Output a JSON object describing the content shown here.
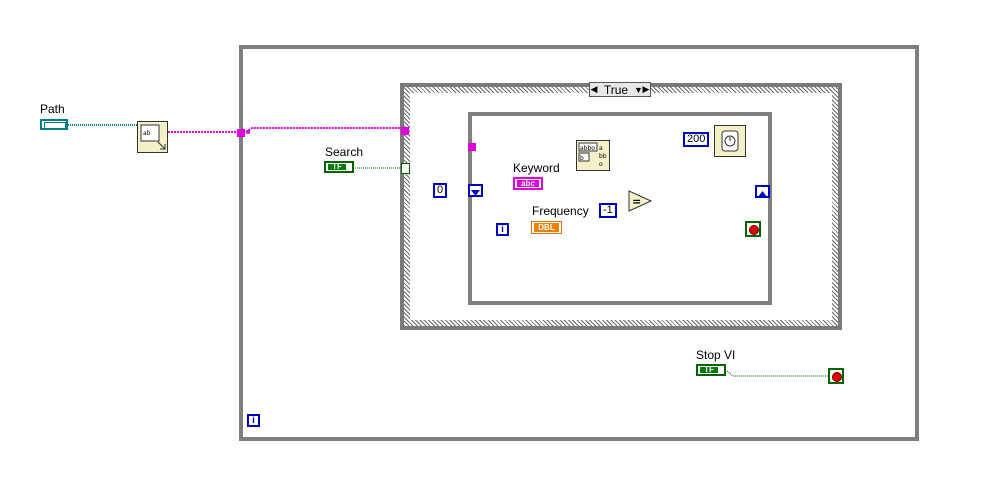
{
  "labels": {
    "path": "Path",
    "search": "Search",
    "keyword": "Keyword",
    "frequency": "Frequency",
    "stop_vi": "Stop VI"
  },
  "case_selector": {
    "value": "True",
    "left_arrow": "◀",
    "right_arrow": "▶",
    "dropdown": "▼"
  },
  "constants": {
    "zero": "0",
    "neg_one": "-1",
    "wait_ms": "200"
  },
  "terminals": {
    "bool_text": "TF",
    "string_text": "abc",
    "dbl_text": "DBL",
    "iteration_text": "i"
  },
  "colors": {
    "string_wire": "#e000e0",
    "path_wire": "#008080",
    "numeric_wire": "#0000c0",
    "bool_wire": "#006400",
    "loop_border": "#7f7f7f"
  },
  "icons": {
    "read_file": "read-text-file-icon",
    "search_string": "search-split-string-icon",
    "equal": "equal-comparison-icon",
    "wait": "wait-ms-icon",
    "stop": "stop-condition-icon"
  }
}
